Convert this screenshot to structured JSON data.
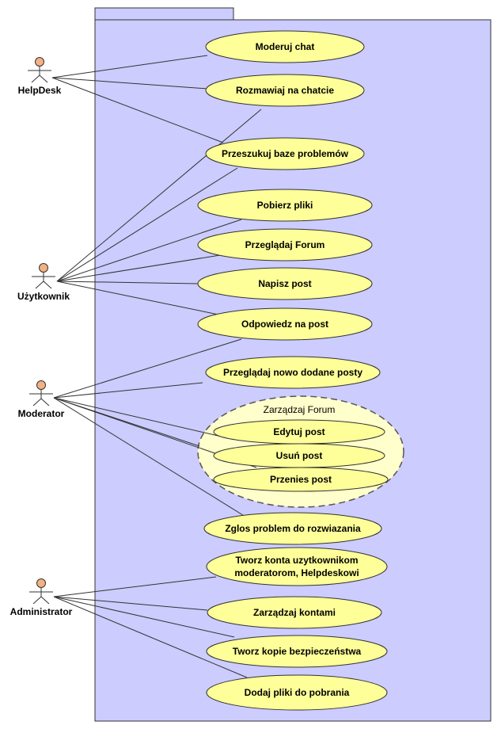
{
  "colors": {
    "system_fill": "#ccccff",
    "usecase_fill": "#ffff99",
    "group_fill": "#ffffcc",
    "actor_head": "#f4b183",
    "line": "#333333"
  },
  "actors": [
    {
      "id": "helpdesk",
      "label": "HelpDesk"
    },
    {
      "id": "uzytkownik",
      "label": "Użytkownik"
    },
    {
      "id": "moderator",
      "label": "Moderator"
    },
    {
      "id": "administrator",
      "label": "Administrator"
    }
  ],
  "group": {
    "label": "Zarządzaj Forum"
  },
  "use_cases": [
    {
      "id": "moderuj_chat",
      "label": "Moderuj chat"
    },
    {
      "id": "rozmawiaj",
      "label": "Rozmawiaj na chatcie"
    },
    {
      "id": "przeszukuj",
      "label": "Przeszukuj baze problemów"
    },
    {
      "id": "pobierz",
      "label": "Pobierz pliki"
    },
    {
      "id": "przegladaj_forum",
      "label": "Przeglądaj Forum"
    },
    {
      "id": "napisz",
      "label": "Napisz post"
    },
    {
      "id": "odpowiedz",
      "label": "Odpowiedz na post"
    },
    {
      "id": "przegladaj_nowe",
      "label": "Przeglądaj nowo dodane posty"
    },
    {
      "id": "edytuj",
      "label": "Edytuj post"
    },
    {
      "id": "usun",
      "label": "Usuń post"
    },
    {
      "id": "przenies",
      "label": "Przenies post"
    },
    {
      "id": "zglos",
      "label": "Zglos problem do rozwiazania"
    },
    {
      "id": "tworz_konta",
      "label": "Tworz konta uzytkownikom",
      "label2": "moderatorom, Helpdeskowi"
    },
    {
      "id": "zarzadzaj_kontami",
      "label": "Zarządzaj kontami"
    },
    {
      "id": "tworz_kopie",
      "label": "Tworz kopie bezpieczeństwa"
    },
    {
      "id": "dodaj_pliki",
      "label": "Dodaj pliki do pobrania"
    }
  ],
  "associations": [
    [
      "helpdesk",
      "moderuj_chat"
    ],
    [
      "helpdesk",
      "rozmawiaj"
    ],
    [
      "helpdesk",
      "przeszukuj"
    ],
    [
      "uzytkownik",
      "rozmawiaj"
    ],
    [
      "uzytkownik",
      "przeszukuj"
    ],
    [
      "uzytkownik",
      "pobierz"
    ],
    [
      "uzytkownik",
      "przegladaj_forum"
    ],
    [
      "uzytkownik",
      "napisz"
    ],
    [
      "uzytkownik",
      "odpowiedz"
    ],
    [
      "moderator",
      "odpowiedz"
    ],
    [
      "moderator",
      "przegladaj_nowe"
    ],
    [
      "moderator",
      "edytuj"
    ],
    [
      "moderator",
      "usun"
    ],
    [
      "moderator",
      "przenies"
    ],
    [
      "moderator",
      "zglos"
    ],
    [
      "administrator",
      "tworz_konta"
    ],
    [
      "administrator",
      "zarzadzaj_kontami"
    ],
    [
      "administrator",
      "tworz_kopie"
    ],
    [
      "administrator",
      "dodaj_pliki"
    ]
  ]
}
